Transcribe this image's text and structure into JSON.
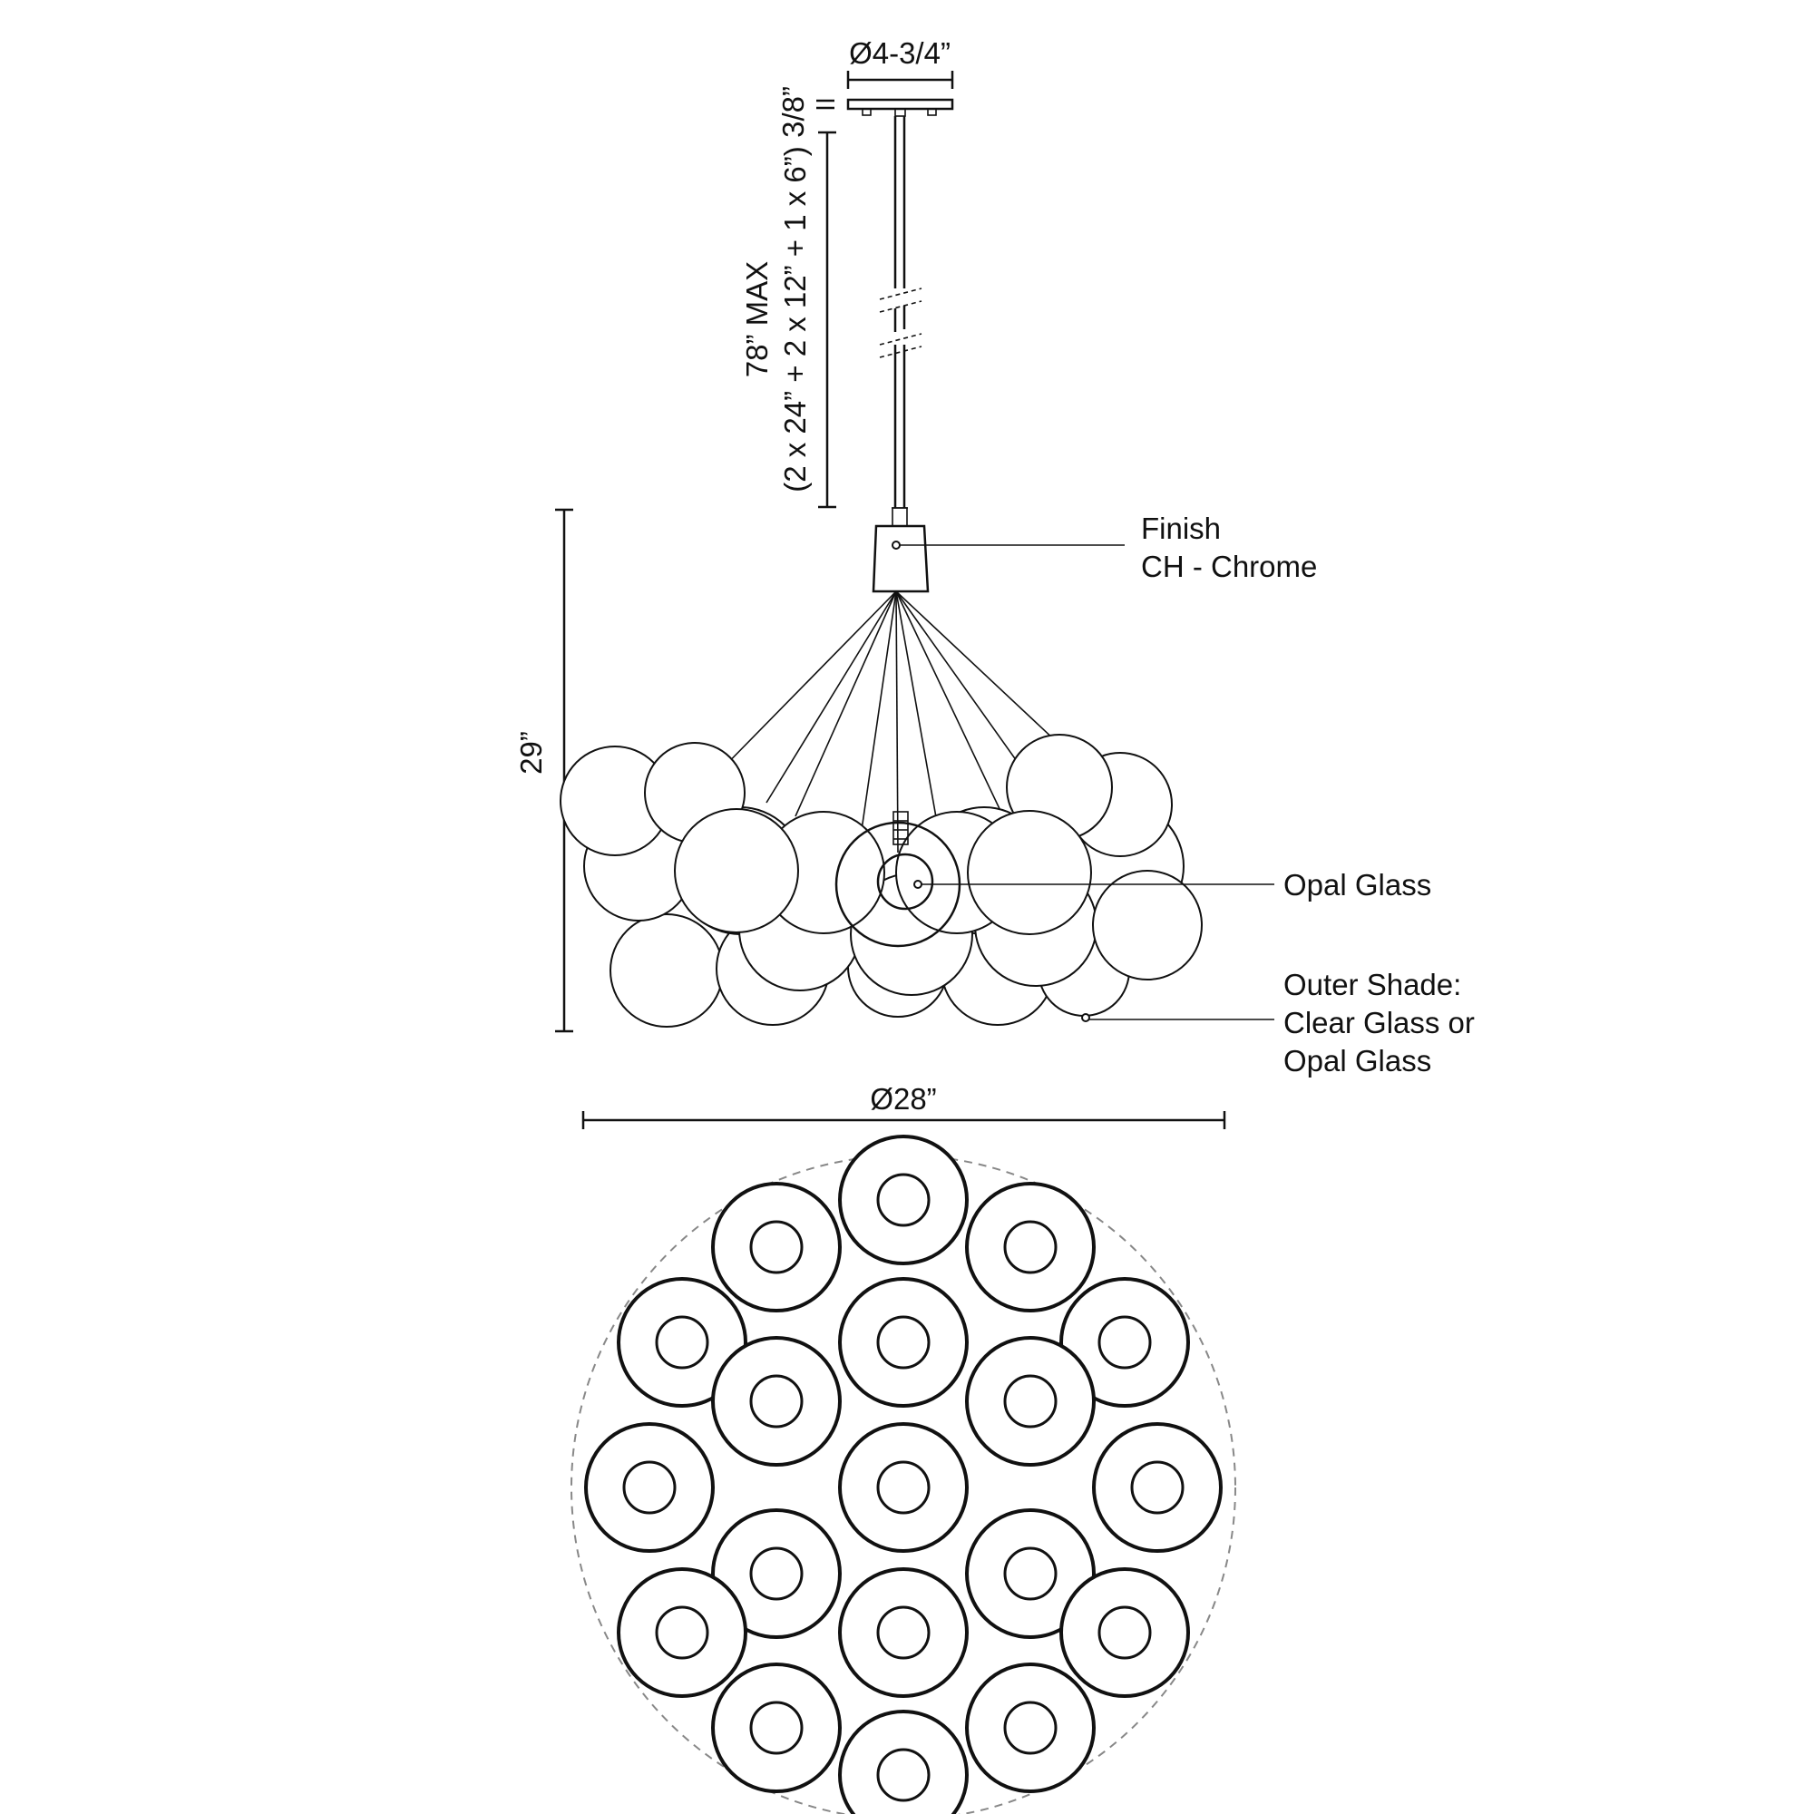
{
  "dimensions": {
    "canopy_diameter": "Ø4-3/4”",
    "canopy_height": "3/8”",
    "rod_length_max": "78” MAX",
    "rod_breakdown": "(2 x 24” + 2 x 12” + 1 x 6”)",
    "overall_height": "29”",
    "overall_diameter": "Ø28”"
  },
  "callouts": {
    "finish_title": "Finish",
    "finish_value": "CH - Chrome",
    "inner_glass": "Opal Glass",
    "outer_shade_title": "Outer Shade:",
    "outer_shade_line2": "Clear Glass or",
    "outer_shade_line3": "Opal Glass"
  },
  "plan_view": {
    "globe_count": 19
  },
  "colors": {
    "line": "#111111",
    "background": "#ffffff",
    "dashed_outline": "#888888"
  }
}
